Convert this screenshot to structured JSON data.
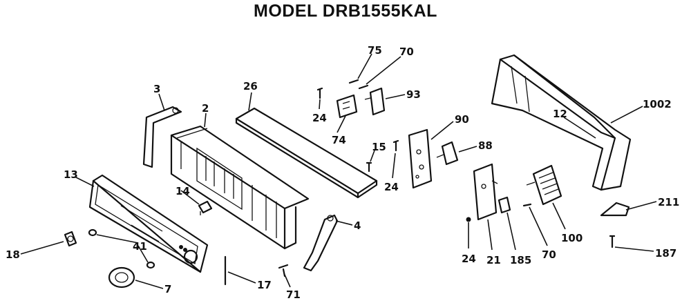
{
  "title": "MODEL DRB1555KAL",
  "labels": {
    "l75": "75",
    "l70a": "70",
    "l93": "93",
    "l26": "26",
    "l3": "3",
    "l2": "2",
    "l24a": "24",
    "l74": "74",
    "l90": "90",
    "l15": "15",
    "l24b": "24",
    "l88": "88",
    "l12": "12",
    "l1002": "1002",
    "l13": "13",
    "l14": "14",
    "l4": "4",
    "l211": "211",
    "l100": "100",
    "l18": "18",
    "l41": "41",
    "l24c": "24",
    "l21": "21",
    "l185": "185",
    "l70b": "70",
    "l187": "187",
    "l7": "7",
    "l17": "17",
    "l71": "71"
  }
}
